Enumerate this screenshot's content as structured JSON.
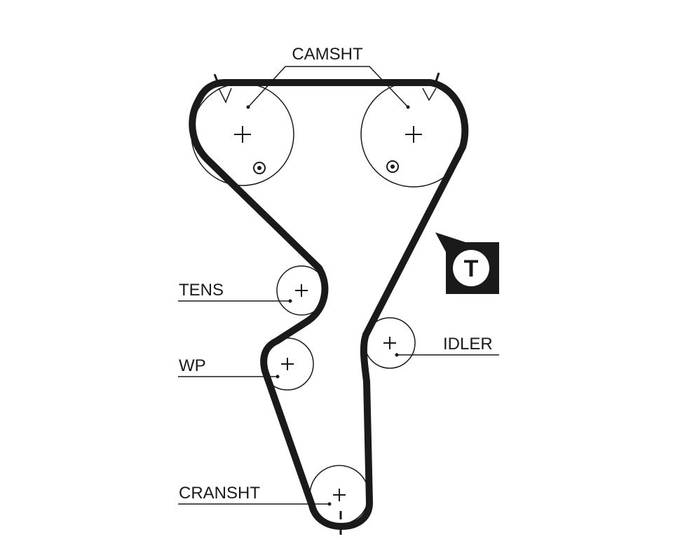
{
  "labels": {
    "camshaft": "CAMSHT",
    "tensioner": "TENS",
    "water_pump": "WP",
    "idler": "IDLER",
    "crankshaft": "CRANSHT"
  },
  "tensioner_badge": {
    "letter": "T",
    "badge_color": "#1a1a1a"
  },
  "colors": {
    "belt": "#1a1a1a",
    "line": "#1a1a1a",
    "background": "#ffffff"
  }
}
